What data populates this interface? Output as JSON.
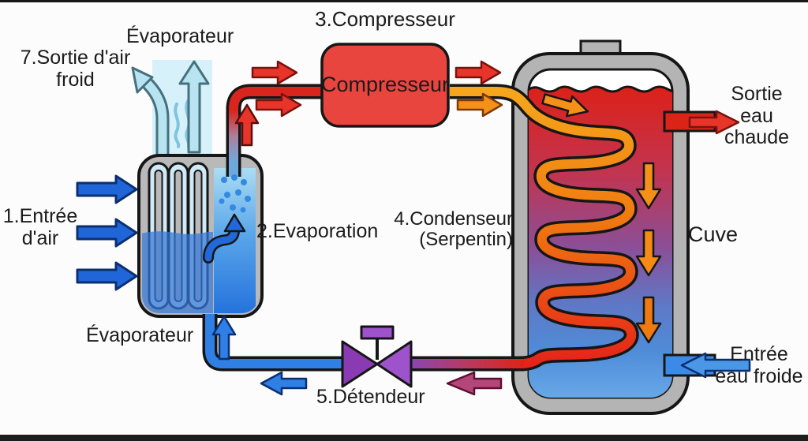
{
  "labels": {
    "evaporator_top": "Évaporateur",
    "cold_air_out": "7.Sortie d'air\nfroid",
    "compressor_title": "3.Compresseur",
    "compressor_box": "Compresseur",
    "air_in": "1.Entrée\nd'air",
    "evaporation": "2.Evaporation",
    "condenser": "4.Condenseur\n(Serpentin)",
    "evaporator_bottom": "Évaporateur",
    "expansion_valve": "5.Détendeur",
    "hot_water_out": "Sortie\neau\nchaude",
    "tank": "Cuve",
    "cold_water_in": "Entrée\neau froide"
  },
  "colors": {
    "hot_red": "#e02418",
    "cold_blue": "#2f7fe4",
    "coil_orange": "#f2920f",
    "valve_purple": "#9e53cc",
    "tank_gray": "#b4b4b4",
    "air_cyan": "#b8e4f2",
    "water_gradient_top": "#dc2118",
    "water_gradient_bottom": "#68a8e8"
  }
}
